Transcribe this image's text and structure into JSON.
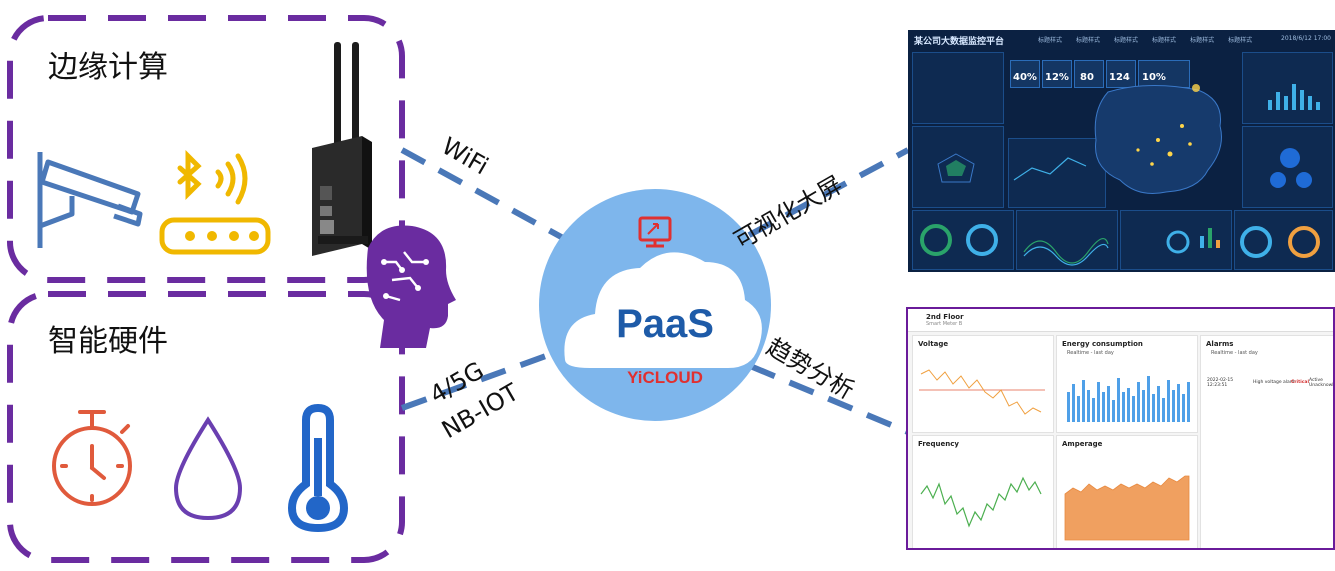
{
  "edge_box": {
    "title": "边缘计算"
  },
  "smart_box": {
    "title": "智能硬件"
  },
  "connections": {
    "wifi": "WiFi",
    "cellular_line1": "4/5G",
    "cellular_line2": "NB-IOT",
    "visualization": "可视化大屏",
    "trend": "趋势分析"
  },
  "cloud": {
    "title": "PaaS",
    "brand": "YiCLOUD"
  },
  "dashboard": {
    "title": "某公司大数据监控平台",
    "nav": [
      "标题样式",
      "标题样式",
      "标题样式",
      "标题样式",
      "标题样式",
      "标题样式"
    ],
    "date": "2018/6/12 17:00",
    "kpis": [
      "40%",
      "12%",
      "80",
      "124",
      "10%"
    ]
  },
  "analytics": {
    "floor": "2nd Floor",
    "floor_sub": "Smart Meter B",
    "cards": {
      "voltage": "Voltage",
      "energy": "Energy consumption",
      "energy_sub": "Realtime - last day",
      "frequency": "Frequency",
      "amperage": "Amperage",
      "alarms": "Alarms",
      "alarms_sub": "Realtime - last day"
    },
    "alarm_row": {
      "time": "2022-02-15 12:23:51",
      "type": "High voltage alarm",
      "severity": "Critical",
      "status": "Active Unacknowledged"
    }
  },
  "colors": {
    "dash_border": "#6a2ca0",
    "conn_line": "#4a78b8",
    "cloud_fill": "#7eb6ec",
    "cloud_inner": "#ffffff",
    "paas": "#1e5ba8",
    "yicloud": "#e03030",
    "camera": "#4a78b8",
    "router": "#f0b800",
    "stopwatch": "#e05a3c",
    "drop": "#6a3fb0",
    "thermo": "#2266c8",
    "brain": "#6a2ca0",
    "dash_bg": "#0b2142",
    "voltage_line": "#f0a040",
    "energy_bar": "#4fa0e8",
    "frequency_line": "#4caf50",
    "amperage_fill": "#f0a060"
  },
  "icons": [
    "camera-icon",
    "bluetooth-router-icon",
    "iot-gateway-icon",
    "brain-icon",
    "stopwatch-icon",
    "water-drop-icon",
    "thermometer-icon",
    "monitor-icon",
    "cloud-icon"
  ]
}
